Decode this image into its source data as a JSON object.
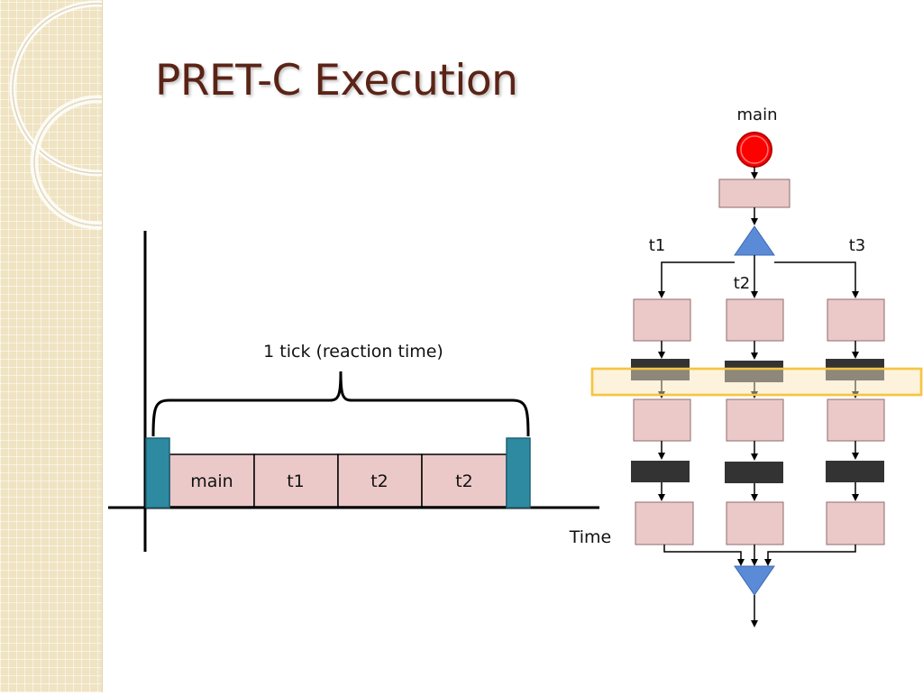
{
  "slide": {
    "title": "PRET-C Execution"
  },
  "timeline": {
    "tick_label": "1 tick (reaction time)",
    "axis_label": "Time",
    "segments": [
      "main",
      "t1",
      "t2",
      "t2"
    ]
  },
  "flow": {
    "main_label": "main",
    "thread_labels": [
      "t1",
      "t2",
      "t3"
    ]
  },
  "colors": {
    "title": "#5b2316",
    "box_fill": "#ecc9c9",
    "box_stroke": "#8c6b6b",
    "boundary_fill": "#2e8aa0",
    "start_node": "#ff0000",
    "fork_join": "#5b8ad6",
    "sync_bar": "#333333",
    "highlight": "#f5c542"
  }
}
